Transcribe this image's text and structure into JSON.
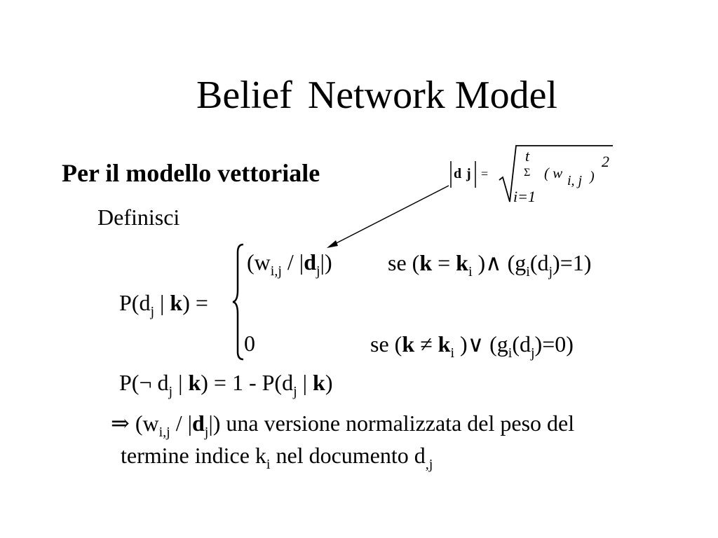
{
  "slide": {
    "title_part1": "Belief",
    "title_part2": "Network Model",
    "heading": "Per il modello vettoriale",
    "define": "Definisci"
  },
  "norm_formula": {
    "d": "d",
    "j": "j",
    "equals": "=",
    "upper": "t",
    "sigma": "Σ",
    "term": "( w",
    "term_sub": "i, j",
    "term_close": ")",
    "exponent": "2",
    "lower": "i=1"
  },
  "cases": {
    "case1": {
      "w": "(w",
      "w_sub": "i,j",
      "slash": " / |",
      "d": "d",
      "d_sub": "j",
      "close": "|)",
      "se": "se (",
      "k": "k",
      "eq": " = ",
      "ki": "k",
      "ki_sub": "i",
      "op": " )∧ (g",
      "g_sub": "i",
      "d2": "(d",
      "d2_sub": "j",
      "end": ")=1)"
    },
    "lhs": {
      "p": "P(d",
      "p_sub": "j",
      "bar": " | ",
      "k": "k",
      "end": ") ="
    },
    "case2": {
      "zero": "0",
      "se": "se (",
      "k": "k",
      "neq": " ≠ ",
      "ki": "k",
      "ki_sub": "i",
      "op": " )∨ (g",
      "g_sub": "i",
      "d2": "(d",
      "d2_sub": "j",
      "end": ")=0)"
    }
  },
  "negation": {
    "p": "P(¬ d",
    "p_sub": "j",
    "bar": " | ",
    "k": "k",
    "mid": ") = 1 - P(d",
    "p2_sub": "j",
    "bar2": " | ",
    "k2": "k",
    "end": ")"
  },
  "note": {
    "arrow": "⇒",
    "w": "(w",
    "w_sub": "i,j",
    "slash": " / |",
    "d": "d",
    "d_sub": "j",
    "rest": "|) una versione normalizzata del peso del",
    "line2": "termine indice k",
    "k_sub": "i",
    "line2b": " nel documento d",
    "d2_sub": ",j"
  }
}
